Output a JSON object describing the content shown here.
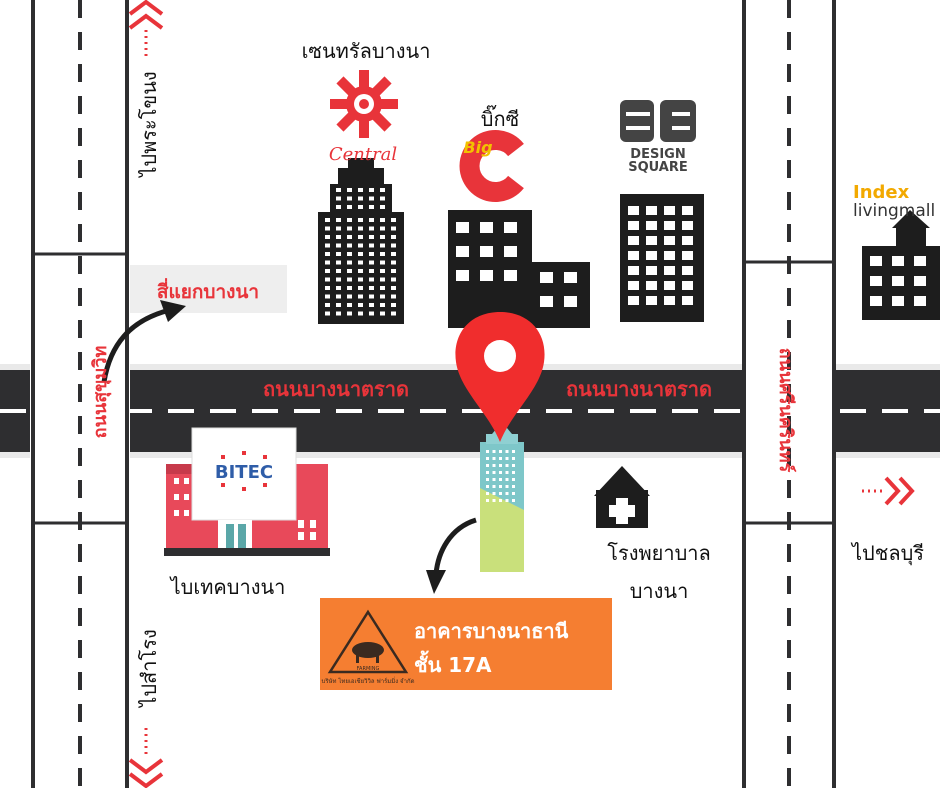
{
  "roads": {
    "bangna_trad": "ถนนบางนาตราด",
    "sukhumvit": "ถนนสุขุมวิท",
    "srinakarin": "ถนนศรีนครินทร์"
  },
  "directions": {
    "to_phra_khanong": "ไปพระโขนง",
    "to_samrong": "ไปสำโรง",
    "to_chonburi": "ไปชลบุรี"
  },
  "landmarks": {
    "central": {
      "name": "เซนทรัลบางนา",
      "logo_text": "Central"
    },
    "bigc": {
      "name": "บิ๊กซี",
      "logo_big": "Big",
      "logo_c": "C"
    },
    "design_square": {
      "line1": "DESIGN",
      "line2": "SQUARE"
    },
    "index": {
      "brand": "Index",
      "sub": "livingmall"
    },
    "junction": "สี่แยกบางนา",
    "bitec": {
      "name": "ไบเทคบางนา",
      "sign": "BITEC"
    },
    "hospital": {
      "line1": "โรงพยาบาล",
      "line2": "บางนา"
    }
  },
  "destination": {
    "line1": "อาคารบางนาธานี",
    "line2": "ชั้น 17A",
    "logo_small_text": "FARMING",
    "logo_company": "บริษัท ไทยเอเชียวิวิล ฟาร์มมิ่ง จำกัด"
  },
  "colors": {
    "road": "#2e2e30",
    "accent_red": "#e8343a",
    "orange_box": "#f57e31",
    "building": "#1d1d1d",
    "tower_teal": "#7ec7c9",
    "tower_green": "#c9e07b",
    "bitec_red": "#e8495a"
  }
}
